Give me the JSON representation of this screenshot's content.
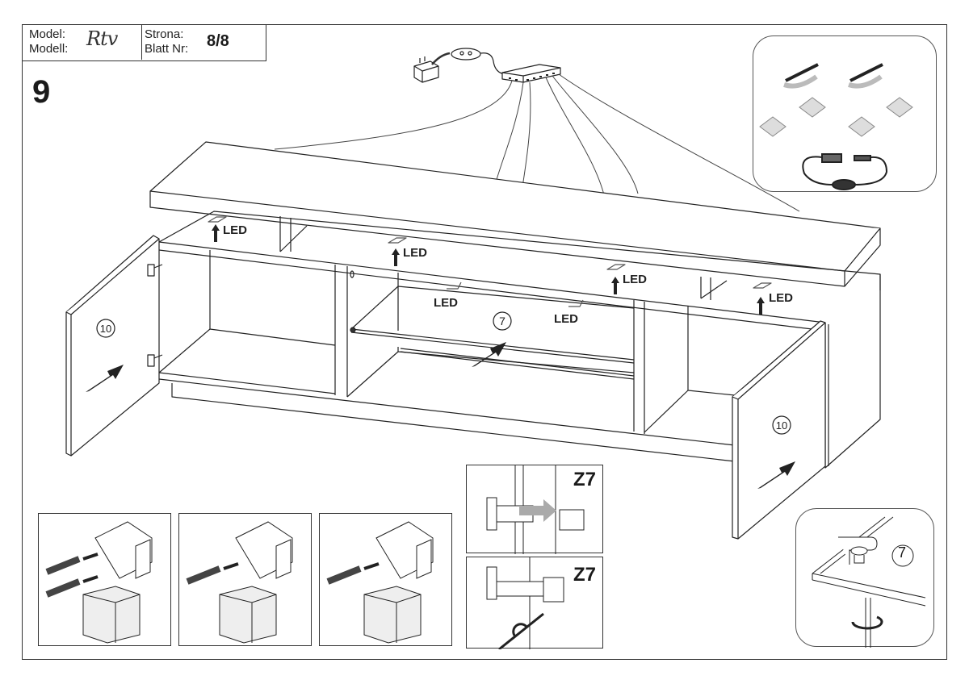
{
  "header": {
    "model_label_pl": "Model:",
    "model_label_de": "Modell:",
    "brand_signature": "Rtv",
    "page_label_pl": "Strona:",
    "page_label_de": "Blatt Nr:",
    "page_number": "8/8"
  },
  "step": {
    "number": "9"
  },
  "main_drawing": {
    "led_labels": [
      "LED",
      "LED",
      "LED",
      "LED",
      "LED",
      "LED"
    ],
    "part_left_door": "10",
    "part_right_door": "10",
    "part_shelf": "7",
    "icons": [
      "led-power-adapter-icon",
      "led-switch-icon",
      "led-distributor-icon",
      "led-cable-icon",
      "insertion-arrow-icon"
    ]
  },
  "kit_inset": {
    "items": [
      "led-strip-light",
      "led-strip-light",
      "led-square-spotlight",
      "led-square-spotlight",
      "led-square-spotlight",
      "led-square-spotlight",
      "power-adapter",
      "distributor-box",
      "foot-switch"
    ]
  },
  "hinge_steps": [
    {
      "step": "hinge-two-screws"
    },
    {
      "step": "hinge-top-screw"
    },
    {
      "step": "hinge-side-screw"
    }
  ],
  "hinge_detail_top": {
    "label": "Z7"
  },
  "hinge_detail_bottom": {
    "label": "Z7"
  },
  "shelf_detail": {
    "part": "7"
  }
}
